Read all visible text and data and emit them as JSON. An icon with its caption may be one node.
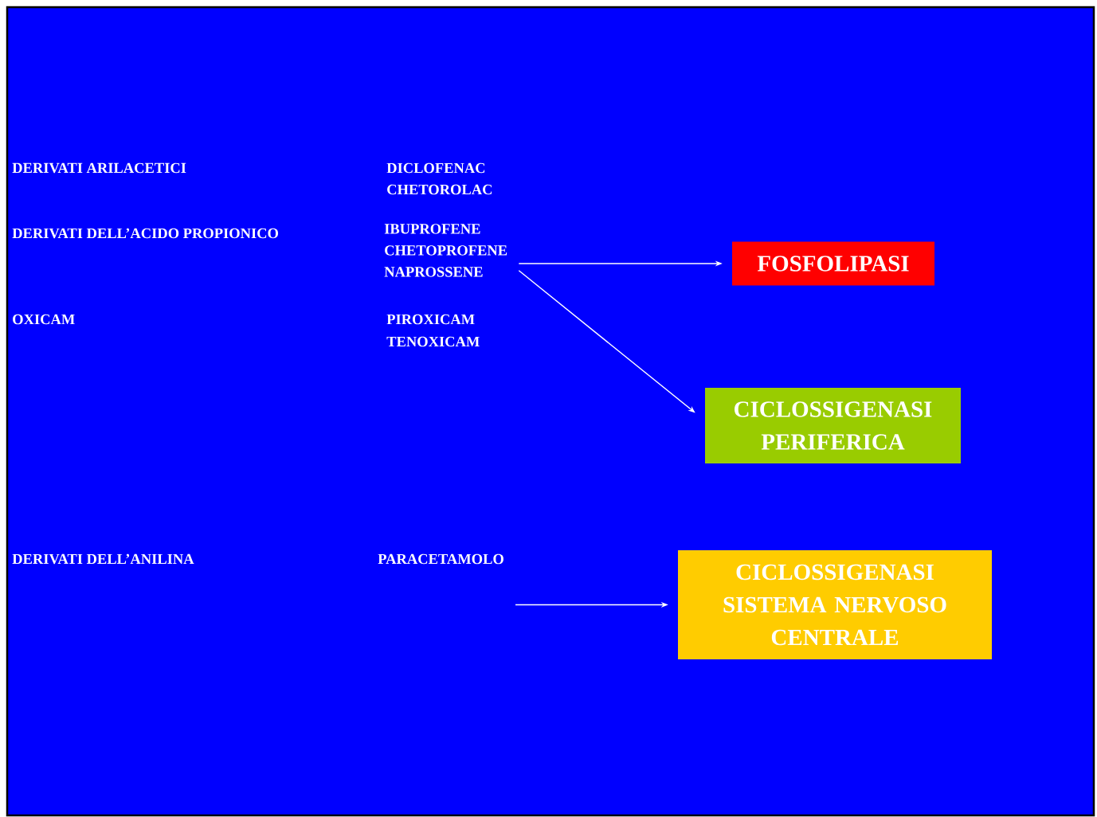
{
  "diagram": {
    "nodes": [
      {
        "text": [
          "IBUPROFENE",
          "CHETOPROFENE",
          "NAPROSSENE"
        ]
      },
      {
        "text": [
          "PARACETAMOLO"
        ]
      },
      {
        "text": [
          "FOSFOLIPASI"
        ]
      },
      {
        "text": [
          "CICLOSSIGENASI PERIFERICA"
        ]
      },
      {
        "text": [
          "CICLOSSIGENASI SISTEMA NERVOSO CENTRALE"
        ]
      }
    ],
    "edges": [
      {
        "from": 0,
        "to": 2,
        "arrow": "to"
      },
      {
        "from": 0,
        "to": 3,
        "arrow": "to"
      },
      {
        "from": 1,
        "to": 4,
        "arrow": "to"
      }
    ],
    "labels": [
      "DERIVATI ARILACETICI",
      "DICLOFENAC",
      "CHETOROLAC",
      "DERIVATI DELL’ACIDO PROPIONICO",
      "OXICAM",
      "PIROXICAM",
      "TENOXICAM",
      "DERIVATI DELL’ANILINA"
    ]
  }
}
